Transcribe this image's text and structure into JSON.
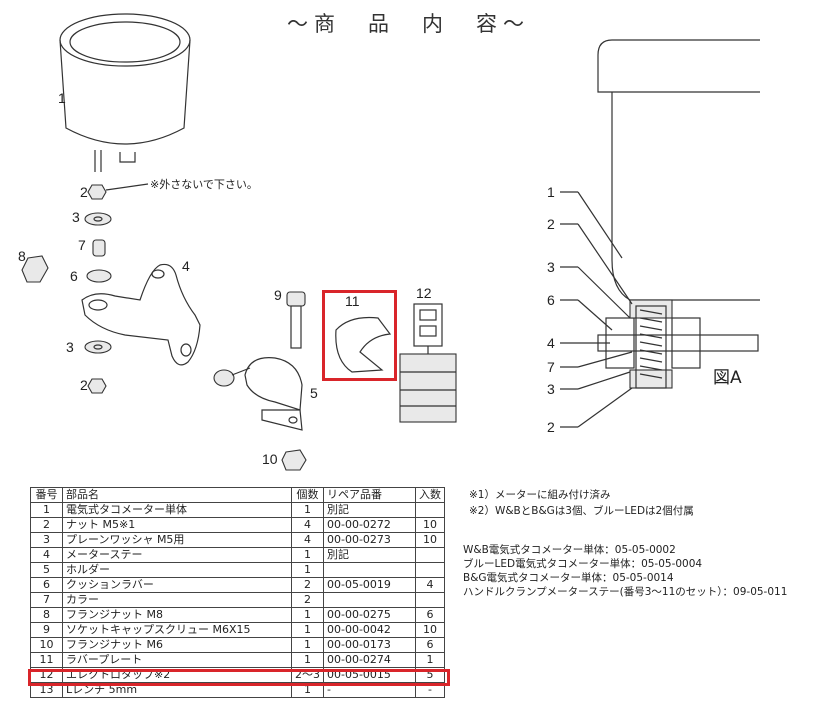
{
  "title": "～商　品　内　容～",
  "callout_note": "※外さないで下さい。",
  "part_labels": [
    "1",
    "2",
    "3",
    "7",
    "8",
    "6",
    "4",
    "3",
    "2",
    "9",
    "11",
    "12",
    "5",
    "10"
  ],
  "figure": {
    "label": "図A",
    "callouts": [
      "1",
      "2",
      "3",
      "6",
      "4",
      "7",
      "3",
      "2"
    ]
  },
  "table": {
    "headers": [
      "番号",
      "部品名",
      "個数",
      "リペア品番",
      "入数"
    ],
    "rows": [
      [
        "1",
        "電気式タコメーター単体",
        "1",
        "別記",
        ""
      ],
      [
        "2",
        "ナット M5※1",
        "4",
        "00-00-0272",
        "10"
      ],
      [
        "3",
        "プレーンワッシャ M5用",
        "4",
        "00-00-0273",
        "10"
      ],
      [
        "4",
        "メーターステー",
        "1",
        "別記",
        ""
      ],
      [
        "5",
        "ホルダー",
        "1",
        "",
        ""
      ],
      [
        "6",
        "クッションラバー",
        "2",
        "00-05-0019",
        "4"
      ],
      [
        "7",
        "カラー",
        "2",
        "",
        ""
      ],
      [
        "8",
        "フランジナット M8",
        "1",
        "00-00-0275",
        "6"
      ],
      [
        "9",
        "ソケットキャップスクリュー M6X15",
        "1",
        "00-00-0042",
        "10"
      ],
      [
        "10",
        "フランジナット M6",
        "1",
        "00-00-0173",
        "6"
      ],
      [
        "11",
        "ラバープレート",
        "1",
        "00-00-0274",
        "1"
      ],
      [
        "12",
        "エレクトロタップ※2",
        "2～3",
        "00-05-0015",
        "5"
      ],
      [
        "13",
        "Lレンチ 5mm",
        "1",
        "-",
        "-"
      ]
    ]
  },
  "notes": [
    "※1）メーターに組み付け済み",
    "※2）W&BとB&Gは3個、ブルーLEDは2個付属",
    "W&B電気式タコメーター単体：05-05-0002",
    "ブルーLED電気式タコメーター単体：05-05-0004",
    "B&G電気式タコメーター単体：05-05-0014",
    "ハンドルクランプメーターステー(番号3～11のセット）：09-05-011"
  ],
  "highlight_color": "#d9252a"
}
